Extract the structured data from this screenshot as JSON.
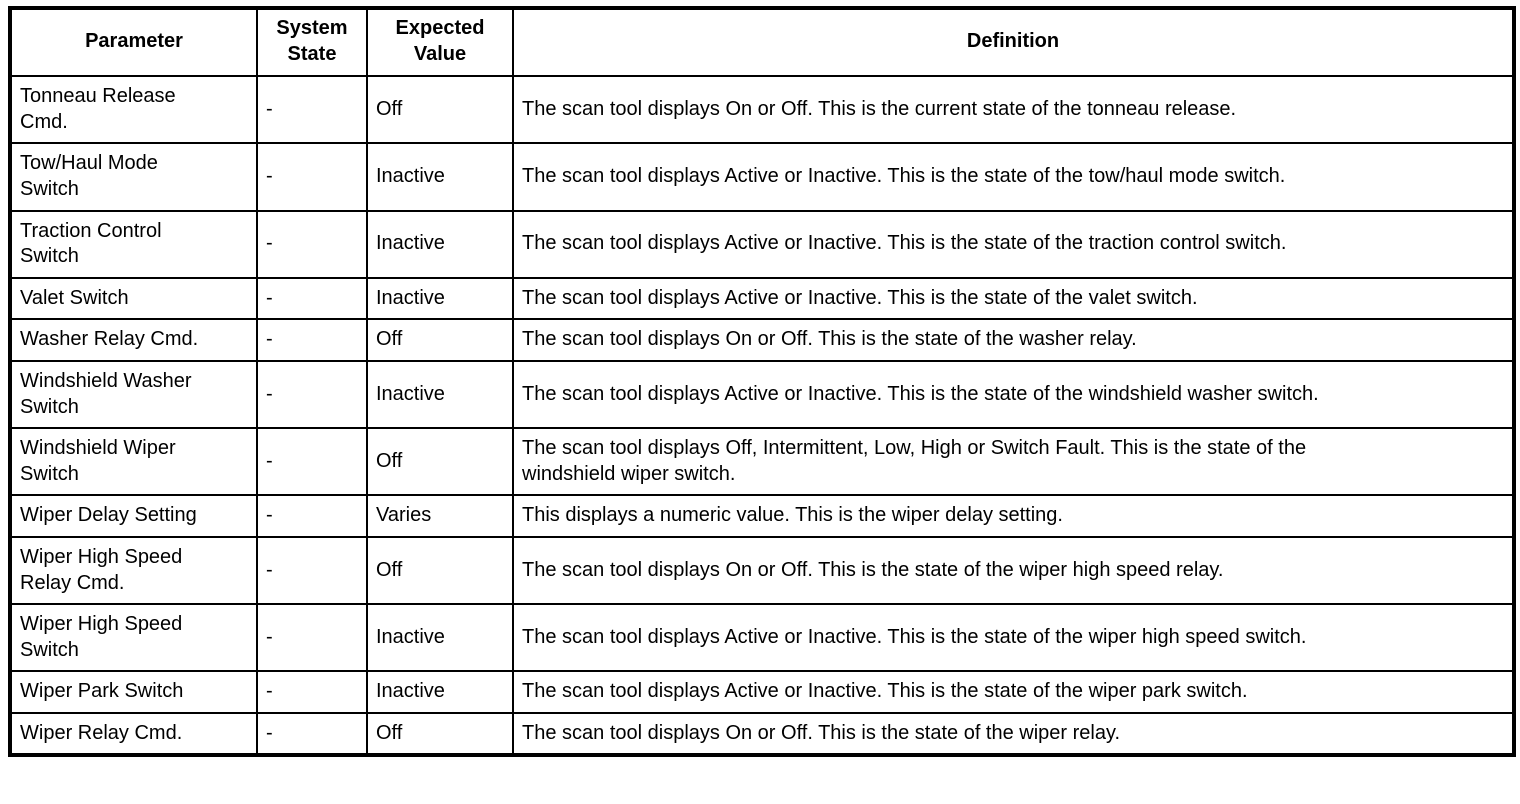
{
  "table": {
    "headers": [
      "Parameter",
      "System\nState",
      "Expected\nValue",
      "Definition"
    ],
    "rows": [
      {
        "parameter": "Tonneau Release\nCmd.",
        "system_state": "-",
        "expected_value": "Off",
        "definition": "The scan tool displays On or Off. This is the current state of the tonneau release."
      },
      {
        "parameter": "Tow/Haul Mode\nSwitch",
        "system_state": "-",
        "expected_value": "Inactive",
        "definition": "The scan tool displays Active or Inactive. This is the state of the tow/haul mode switch."
      },
      {
        "parameter": "Traction Control\nSwitch",
        "system_state": "-",
        "expected_value": "Inactive",
        "definition": "The scan tool displays Active or Inactive. This is the state of the traction control switch."
      },
      {
        "parameter": "Valet Switch",
        "system_state": "-",
        "expected_value": "Inactive",
        "definition": "The scan tool displays Active or Inactive. This is the state of the valet switch."
      },
      {
        "parameter": "Washer Relay Cmd.",
        "system_state": "-",
        "expected_value": "Off",
        "definition": "The scan tool displays On or Off. This is the state of the washer relay."
      },
      {
        "parameter": "Windshield Washer\nSwitch",
        "system_state": "-",
        "expected_value": "Inactive",
        "definition": "The scan tool displays Active or Inactive. This is the state of the windshield washer switch."
      },
      {
        "parameter": "Windshield Wiper\nSwitch",
        "system_state": "-",
        "expected_value": "Off",
        "definition": "The scan tool displays Off, Intermittent, Low, High or Switch Fault. This is the state of the windshield wiper switch."
      },
      {
        "parameter": "Wiper Delay Setting",
        "system_state": "-",
        "expected_value": "Varies",
        "definition": "This displays a numeric value. This is the wiper delay setting."
      },
      {
        "parameter": "Wiper High Speed\nRelay Cmd.",
        "system_state": "-",
        "expected_value": "Off",
        "definition": "The scan tool displays On or Off. This is the state of the wiper high speed relay."
      },
      {
        "parameter": "Wiper High Speed\nSwitch",
        "system_state": "-",
        "expected_value": "Inactive",
        "definition": "The scan tool displays Active or Inactive. This is the state of the wiper high speed switch."
      },
      {
        "parameter": "Wiper Park Switch",
        "system_state": "-",
        "expected_value": "Inactive",
        "definition": "The scan tool displays Active or Inactive. This is the state of the wiper park switch."
      },
      {
        "parameter": "Wiper Relay Cmd.",
        "system_state": "-",
        "expected_value": "Off",
        "definition": "The scan tool displays On or Off. This is the state of the wiper relay."
      }
    ]
  }
}
